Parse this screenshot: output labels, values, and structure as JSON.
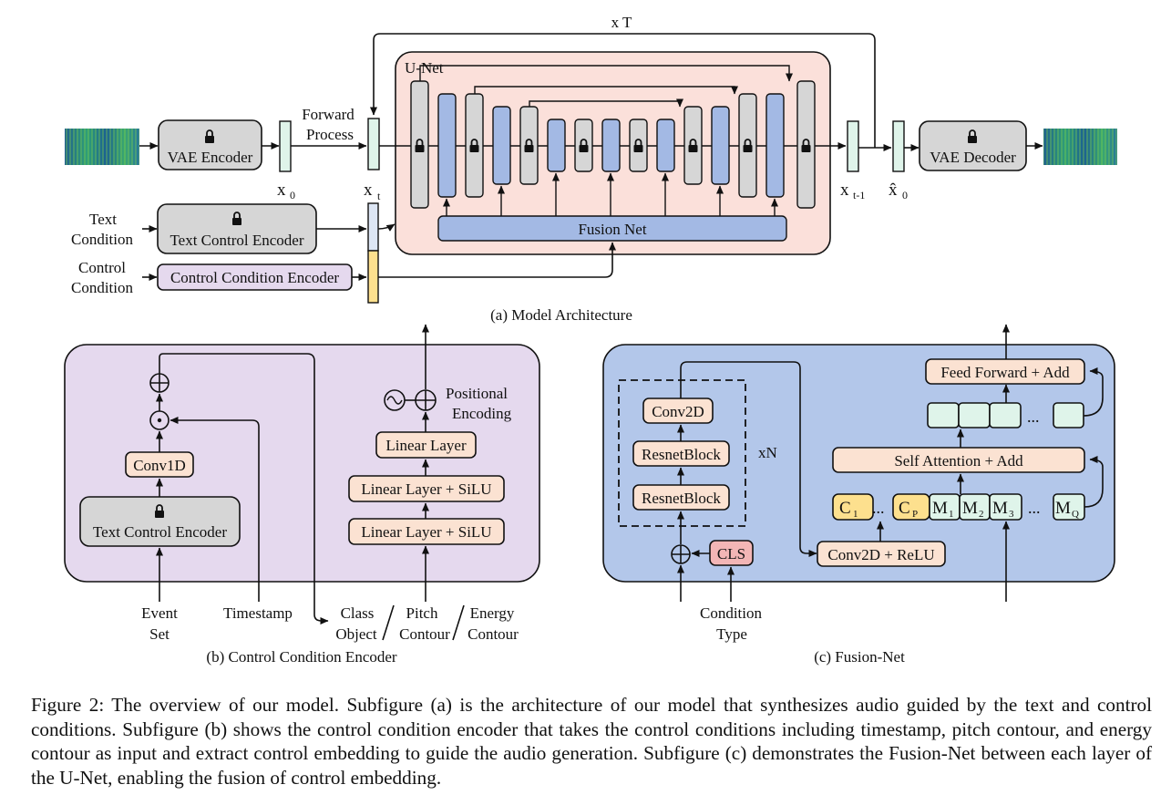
{
  "figure": {
    "a": {
      "label": "(a)  Model Architecture",
      "loop_label": "x T",
      "unet_label": "U-Net",
      "vae_encoder": "VAE Encoder",
      "vae_decoder": "VAE Decoder",
      "forward_process": [
        "Forward",
        "Process"
      ],
      "x0": "x",
      "x0_sub": "0",
      "xt": "x",
      "xt_sub": "t",
      "xt1": "x",
      "xt1_sub": "t-1",
      "xhat0": "x̂",
      "xhat0_sub": "0",
      "text_condition": [
        "Text",
        "Condition"
      ],
      "control_condition": [
        "Control",
        "Condition"
      ],
      "text_control_encoder": "Text Control Encoder",
      "control_condition_encoder": "Control Condition Encoder",
      "fusion_net": "Fusion Net"
    },
    "b": {
      "label": "(b)  Control Condition Encoder",
      "conv1d": "Conv1D",
      "text_control_encoder": "Text Control Encoder",
      "linear_layer": "Linear Layer",
      "linear_silu_1": "Linear Layer + SiLU",
      "linear_silu_2": "Linear Layer + SiLU",
      "positional_encoding": [
        "Positional",
        "Encoding"
      ],
      "event_set": [
        "Event",
        "Set"
      ],
      "timestamp": "Timestamp",
      "class_object": [
        "Class",
        "Object"
      ],
      "pitch_contour": [
        "Pitch",
        "Contour"
      ],
      "energy_contour": [
        "Energy",
        "Contour"
      ]
    },
    "c": {
      "label": "(c)  Fusion-Net",
      "conv2d": "Conv2D",
      "resnet1": "ResnetBlock",
      "resnet2": "ResnetBlock",
      "xn": "xN",
      "cls": "CLS",
      "condition_type": [
        "Condition",
        "Type"
      ],
      "conv2d_relu": "Conv2D + ReLU",
      "feed_forward": "Feed Forward + Add",
      "self_attention": "Self Attention + Add",
      "tokens": {
        "c1": "C",
        "c1_sub": "1",
        "cp": "C",
        "cp_sub": "P",
        "m1": "M",
        "m1_sub": "1",
        "m2": "M",
        "m2_sub": "2",
        "m3": "M",
        "m3_sub": "3",
        "mq": "M",
        "mq_sub": "Q",
        "dots": "..."
      }
    }
  },
  "caption": "Figure 2: The overview of our model. Subfigure (a) is the architecture of our model that synthesizes audio guided by the text and control conditions. Subfigure (b) shows the control condition encoder that takes the control conditions including timestamp, pitch contour, and energy contour as input and extract control embedding to guide the audio generation. Subfigure (c) demonstrates the Fusion-Net between each layer of the U-Net, enabling the fusion of control embedding.",
  "colors": {
    "gray_block": "#d6d6d6",
    "blue_block": "#a3b9e4",
    "unet_bg": "#fbe0da",
    "latent": "#dff4ea",
    "purple_bg": "#e5d9ee",
    "peach": "#fbe2d2",
    "fusion_bg": "#b3c7ea",
    "cond_yellow": "#fde08e",
    "cls_red": "#f3b6b6"
  }
}
